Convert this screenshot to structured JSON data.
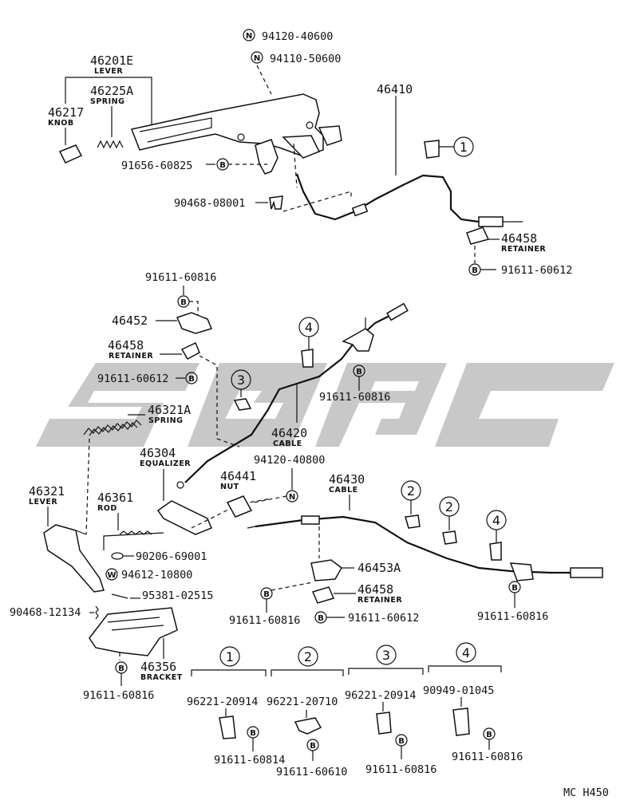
{
  "diagram_code": "MC H450",
  "symbols": {
    "N": "N",
    "B": "B",
    "W": "W"
  },
  "parts": {
    "p94120_40600": "94120-40600",
    "p94110_50600": "94110-50600",
    "p46201E": "46201E",
    "p46201E_name": "LEVER",
    "p46225A": "46225A",
    "p46225A_name": "SPRING",
    "p46217": "46217",
    "p46217_name": "KNOB",
    "p46410": "46410",
    "p91656_60825": "91656-60825",
    "p90468_08001": "90468-08001",
    "p46458_top": "46458",
    "p46458_top_name": "RETAINER",
    "p91611_60612_top": "91611-60612",
    "p91611_60816_a": "91611-60816",
    "p46452": "46452",
    "p46458_mid": "46458",
    "p46458_mid_name": "RETAINER",
    "p91611_60612_mid": "91611-60612",
    "p91611_60816_b": "91611-60816",
    "p46321A": "46321A",
    "p46321A_name": "SPRING",
    "p46420": "46420",
    "p46420_name": "CABLE",
    "p46304": "46304",
    "p46304_name": "EQUALIZER",
    "p94120_40800": "94120-40800",
    "p46441": "46441",
    "p46441_name": "NUT",
    "p46430": "46430",
    "p46430_name": "CABLE",
    "p46321": "46321",
    "p46321_name": "LEVER",
    "p46361": "46361",
    "p46361_name": "ROD",
    "p90206_69001": "90206-69001",
    "p94612_10800": "94612-10800",
    "p95381_02515": "95381-02515",
    "p90468_12134": "90468-12134",
    "p46453A": "46453A",
    "p46458_low": "46458",
    "p46458_low_name": "RETAINER",
    "p91611_60816_c": "91611-60816",
    "p91611_60612_low": "91611-60612",
    "p91611_60816_d": "91611-60816",
    "p46356": "46356",
    "p46356_name": "BRACKET",
    "p91611_60816_e": "91611-60816"
  },
  "callouts": [
    "1",
    "2",
    "3",
    "4"
  ],
  "kits": [
    {
      "no": "1",
      "clamp": "96221-20914",
      "bolt": "91611-60814"
    },
    {
      "no": "2",
      "clamp": "96221-20710",
      "bolt": "91611-60610"
    },
    {
      "no": "3",
      "clamp": "96221-20914",
      "bolt": "91611-60816"
    },
    {
      "no": "4",
      "clamp": "90949-01045",
      "bolt": "91611-60816"
    }
  ]
}
